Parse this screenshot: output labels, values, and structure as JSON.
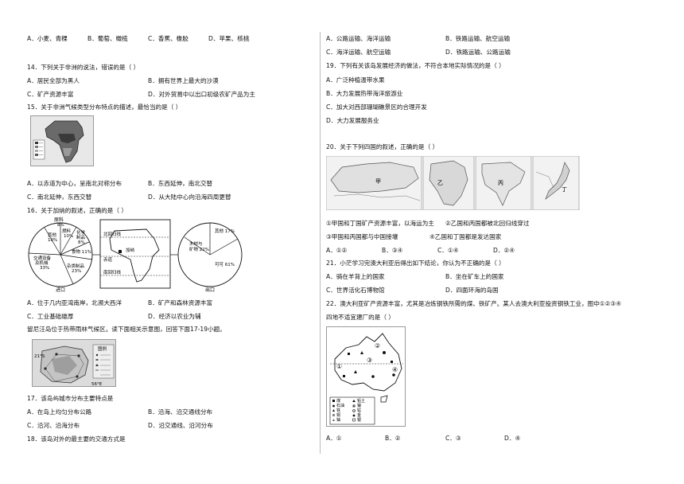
{
  "left": {
    "q13_options": [
      "A．小麦、青稞",
      "B．葡萄、橄榄",
      "C．香蕉、橡胶",
      "D．苹果、核桃"
    ],
    "q14": {
      "stem": "14．下列关于非洲的说法，错误的是（    ）",
      "options": [
        "A．居民全部为黑人",
        "B．拥有世界上最大的沙漠",
        "C．矿产资源丰富",
        "D．对外贸易中以出口初级农矿产品为主"
      ]
    },
    "q15": {
      "stem": "15．关于非洲气候类型分布特点的描述，最恰当的是（    ）",
      "options": [
        "A．以赤道为中心，呈南北对称分布",
        "B．东西延伸，南北交替",
        "C．南北延伸，东西交替",
        "D．从大陆中心向沿海四周更替"
      ]
    },
    "q16": {
      "stem": "16．关于加纳的叙述，正确的是（    ）",
      "pie_left_labels": [
        "原料",
        "8%",
        "其他",
        "10%",
        "燃料",
        "10%",
        "化学",
        "制品",
        "8%",
        "食物 11%",
        "交通设备",
        "及机械",
        "33%",
        "杂类制品",
        "23%"
      ],
      "pie_left_caption": "进口",
      "map_labels": [
        "北回归线",
        "加纳",
        "赤道",
        "南回归线"
      ],
      "pie_right_labels": [
        "其他 17%",
        "木材与",
        "矿物 22%",
        "可可 61%"
      ],
      "pie_right_caption": "出口",
      "options": [
        "A．位于几内亚湾南岸，北濒大西洋",
        "B．矿产和森林资源丰富",
        "C．工业基础雄厚",
        "D．经济以农业为辅"
      ]
    },
    "intro_17_19": "留尼汪岛位于热带雨林气候区。读下面相关示意图，回答下面17-19小题。",
    "island_labels": [
      "21°S",
      "56°E",
      "图例"
    ],
    "q17": {
      "stem": "17．该岛屿城市分布主要特点是",
      "options": [
        "A．在岛上均匀分布公路",
        "B．沿海、沿交通线分布",
        "C．沿河、沿海分布",
        "D．沿交通线、沿河分布"
      ]
    },
    "q18": {
      "stem": "18．该岛对外的最主要的交通方式是"
    }
  },
  "right": {
    "q18_options": [
      "A．公路运输、海洋运输",
      "B．铁路运输、航空运输",
      "C．海洋运输、航空运输",
      "D．铁路运输、公路运输"
    ],
    "q19": {
      "stem": "19．下列有关该岛发展经济的做法，不符合本地实际情况的是（    ）",
      "options": [
        "A．广泛种植温带水果",
        "B．大力发展热带海洋旅游业",
        "C．加大对西部珊瑚礁景区的合理开发",
        "D．大力发展服务业"
      ]
    },
    "q20": {
      "stem": "20．关于下列四国的叙述，正确的是（    ）",
      "map_labels": [
        "甲",
        "乙",
        "丙",
        "丁"
      ],
      "statements": [
        "①甲国和丁国矿产资源丰富，以海运为主",
        "②乙国和丙国都被北回归线穿过",
        "③甲国和丙国都与中国接壤",
        "④乙国和丁国都是发达国家"
      ],
      "options": [
        "A．①②",
        "B．③④",
        "C．①④",
        "D．②④"
      ]
    },
    "q21": {
      "stem": "21．小茫学习完澳大利亚后得出如下结论，你认为不正确的是（    ）",
      "options": [
        "A．骑在羊背上的国家",
        "B．坐在矿车上的国家",
        "C．世界活化石博物馆",
        "D．四面环海的岛国"
      ]
    },
    "q22": {
      "stem_line1": "22．澳大利亚矿产资源丰富，尤其是冶炼钢铁所需的煤、铁矿产。某人去澳大利亚投资钢铁工业，图中①②③④",
      "stem_line2": "四地不适宜建厂的是（    ）",
      "map_numbers": [
        "①",
        "②",
        "③",
        "④"
      ],
      "legend_labels": [
        "煤",
        "铅土",
        "石油",
        "镍",
        "铁",
        "锰",
        "铜",
        "金",
        "铀",
        "银"
      ],
      "options": [
        "A．①",
        "B．②",
        "C．③",
        "D．④"
      ]
    }
  }
}
